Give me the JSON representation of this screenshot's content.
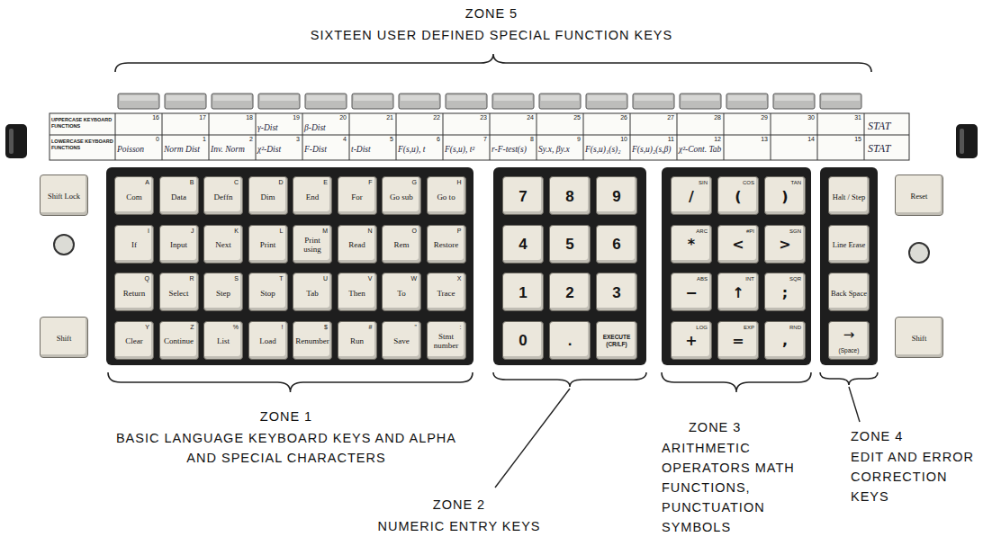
{
  "diagram": {
    "nodes": [
      {
        "text": [
          "Shift Lock"
        ]
      },
      {
        "text": [
          "Shift"
        ]
      },
      {
        "text": [
          "Com",
          "A"
        ]
      },
      {
        "text": [
          "Data",
          "B"
        ]
      },
      {
        "text": [
          "Deffn",
          "C"
        ]
      },
      {
        "text": [
          "Dim",
          "D"
        ]
      },
      {
        "text": [
          "End",
          "E"
        ]
      },
      {
        "text": [
          "For",
          "F"
        ]
      },
      {
        "text": [
          "Go sub",
          "G"
        ]
      },
      {
        "text": [
          "Go to",
          "H"
        ]
      },
      {
        "text": [
          "If",
          "I"
        ]
      },
      {
        "text": [
          "Input",
          "J"
        ]
      },
      {
        "text": [
          "Next",
          "K"
        ]
      },
      {
        "text": [
          "Print",
          "L"
        ]
      },
      {
        "text": [
          "Print using",
          "M"
        ]
      },
      {
        "text": [
          "Read",
          "N"
        ]
      },
      {
        "text": [
          "Rem",
          "O"
        ]
      },
      {
        "text": [
          "Restore",
          "P"
        ]
      },
      {
        "text": [
          "Return",
          "Q"
        ]
      },
      {
        "text": [
          "Select",
          "R"
        ]
      },
      {
        "text": [
          "Step",
          "S"
        ]
      },
      {
        "text": [
          "Stop",
          "T"
        ]
      },
      {
        "text": [
          "Tab",
          "U"
        ]
      },
      {
        "text": [
          "Then",
          "V"
        ]
      },
      {
        "text": [
          "To",
          "W"
        ]
      },
      {
        "text": [
          "Trace",
          "X"
        ]
      },
      {
        "text": [
          "Clear",
          "Y"
        ]
      },
      {
        "text": [
          "Continue",
          "Z"
        ]
      },
      {
        "text": [
          "List",
          "%"
        ]
      },
      {
        "text": [
          "Load",
          "!"
        ]
      },
      {
        "text": [
          "Renumber",
          "$"
        ]
      },
      {
        "text": [
          "Run",
          "#"
        ]
      },
      {
        "text": [
          "Save",
          "\""
        ]
      },
      {
        "text": [
          "Stmt number",
          ":"
        ]
      },
      {
        "text": [
          "7"
        ]
      },
      {
        "text": [
          "8"
        ]
      },
      {
        "text": [
          "9"
        ]
      },
      {
        "text": [
          "4"
        ]
      },
      {
        "text": [
          "5"
        ]
      },
      {
        "text": [
          "6"
        ]
      },
      {
        "text": [
          "1"
        ]
      },
      {
        "text": [
          "2"
        ]
      },
      {
        "text": [
          "3"
        ]
      },
      {
        "text": [
          "0"
        ]
      },
      {
        "text": [
          "."
        ]
      },
      {
        "text": [
          "EXECUTE (CR/LF)"
        ]
      },
      {
        "text": [
          "/",
          "SIN"
        ]
      },
      {
        "text": [
          "(",
          "COS"
        ]
      },
      {
        "text": [
          ")",
          "TAN"
        ]
      },
      {
        "text": [
          "*",
          "ARC"
        ]
      },
      {
        "text": [
          "<",
          "#PI"
        ]
      },
      {
        "text": [
          ">",
          "SGN"
        ]
      },
      {
        "text": [
          "−",
          "ABS"
        ]
      },
      {
        "text": [
          "↑",
          "INT"
        ]
      },
      {
        "text": [
          ";",
          "SQR"
        ]
      },
      {
        "text": [
          "+",
          "LOG"
        ]
      },
      {
        "text": [
          "=",
          "EXP"
        ]
      },
      {
        "text": [
          ",",
          "RND"
        ]
      },
      {
        "text": [
          "Halt / Step"
        ]
      },
      {
        "text": [
          "Line Erase"
        ]
      },
      {
        "text": [
          "Back Space"
        ]
      },
      {
        "text": [
          "→",
          "(Space)"
        ]
      },
      {
        "text": [
          "Reset"
        ]
      },
      {
        "text": [
          "Shift"
        ]
      }
    ],
    "labels": [
      "ZONE 5",
      "SIXTEEN USER DEFINED SPECIAL FUNCTION KEYS",
      "UPPERCASE KEYBOARD FUNCTIONS",
      "LOWERCASE KEYBOARD FUNCTIONS",
      "16",
      "17",
      "18",
      "19",
      "20",
      "21",
      "22",
      "23",
      "24",
      "25",
      "26",
      "27",
      "28",
      "29",
      "30",
      "31",
      "0",
      "1",
      "2",
      "3",
      "4",
      "5",
      "6",
      "7",
      "8",
      "9",
      "10",
      "11",
      "12",
      "13",
      "14",
      "15",
      "γ-Dist",
      "β-Dist",
      "Poisson",
      "Norm Dist",
      "Inv. Norm",
      "χ²-Dist",
      "F-Dist",
      "t-Dist",
      "F(s,u), t",
      "F(s,u), t²",
      "r-F-test(s)",
      "Sy.x, βy.x",
      "F(s,u)₁(s)₂",
      "F(s,u)₂(s,β)",
      "χ²-Cont. Tab",
      "STAT",
      "STAT",
      "ZONE 1",
      "BASIC LANGUAGE KEYBOARD KEYS AND ALPHA AND SPECIAL CHARACTERS",
      "ZONE 2",
      "NUMERIC ENTRY KEYS",
      "ZONE 3",
      "ARITHMETIC OPERATORS MATH FUNCTIONS, PUNCTUATION SYMBOLS",
      "ZONE 4",
      "EDIT AND ERROR CORRECTION KEYS"
    ]
  }
}
